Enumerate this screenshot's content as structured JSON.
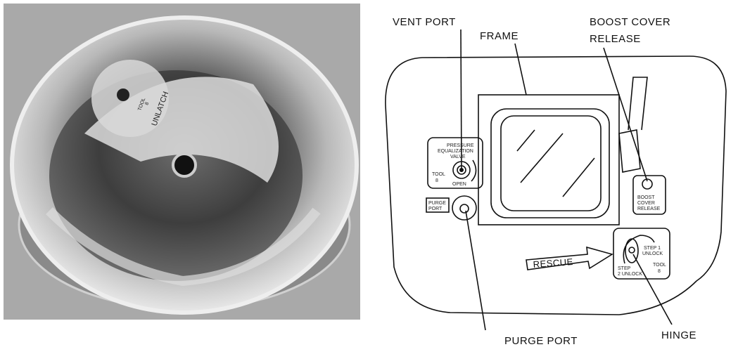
{
  "photo": {
    "decal_text": [
      "TOOL",
      "8",
      "UNLATCH"
    ]
  },
  "diagram": {
    "callouts": {
      "vent_port": "VENT PORT",
      "frame": "FRAME",
      "boost_cover_release_1": "BOOST COVER",
      "boost_cover_release_2": "RELEASE",
      "purge_port": "PURGE PORT",
      "hinge": "HINGE"
    },
    "panel_text": {
      "pev_1": "PRESSURE",
      "pev_2": "EQUALIZATION",
      "pev_3": "VALVE",
      "tool_1": "TOOL",
      "tool_num": "8",
      "open": "OPEN",
      "purge_1": "PURGE",
      "purge_2": "PORT",
      "bcr_1": "BOOST",
      "bcr_2": "COVER",
      "bcr_3": "RELEASE",
      "rescue": "RESCUE",
      "step1_1": "STEP 1",
      "step1_2": "UNLOCK",
      "step2_1": "STEP",
      "step2_2": "2 UNLOCK",
      "tool_2": "TOOL",
      "tool_num_2": "8"
    }
  }
}
